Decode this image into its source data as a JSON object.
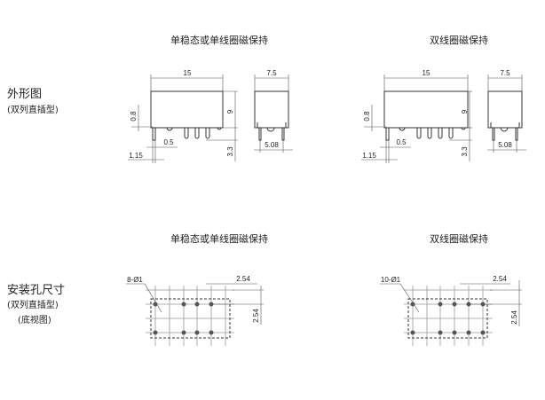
{
  "sections": {
    "outline": {
      "title": "外形图",
      "subtitle": "(双列直插型)"
    },
    "mounting": {
      "title": "安装孔尺寸",
      "subtitle": "(双列直插型)",
      "note": "(底视图)"
    }
  },
  "columns": {
    "single": "单稳态或单线圈磁保持",
    "dual": "双线圈磁保持"
  },
  "outline_dims": {
    "length": "15",
    "width": "7.5",
    "height": "9",
    "pin_length": "3.3",
    "pin_offset": "0.8",
    "pin_width": "0.5",
    "pin_edge": "1.15",
    "row_spacing": "5.08"
  },
  "footprint": {
    "single_holes": "8-Ø1",
    "dual_holes": "10-Ø1",
    "pitch_x": "2.54",
    "pitch_y": "2.54"
  }
}
